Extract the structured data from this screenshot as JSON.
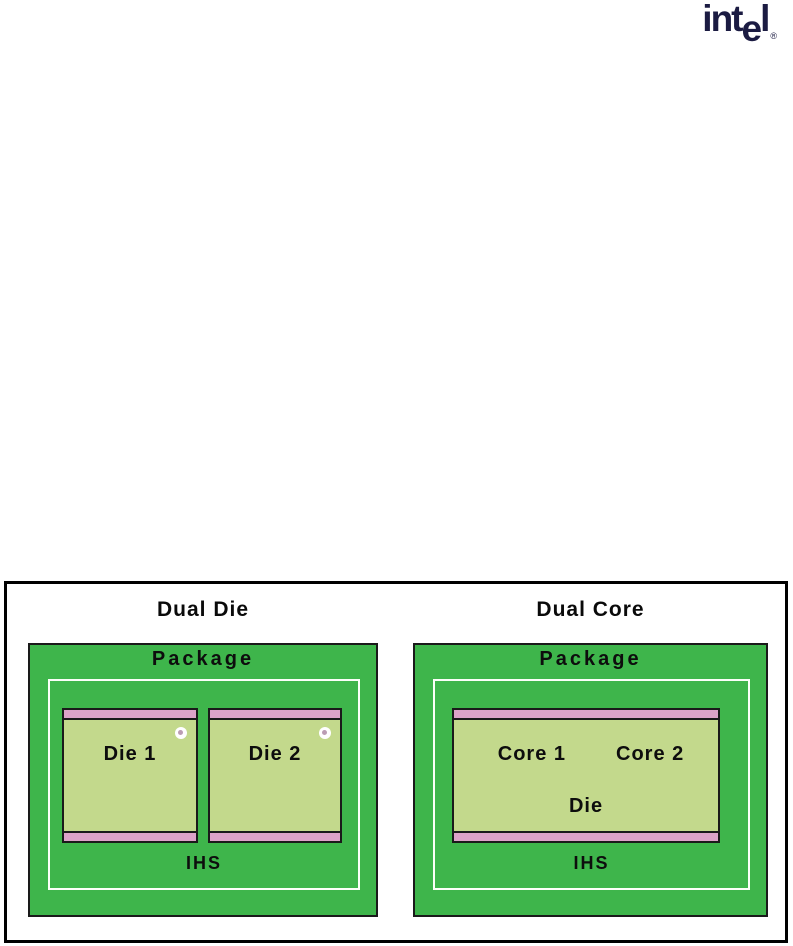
{
  "logo": {
    "part_int": "int",
    "part_e": "e",
    "part_l": "l",
    "registered_mark": "®",
    "color": "#1b1b42"
  },
  "figure": {
    "colors": {
      "package_green": "#3eb54b",
      "die_body_green": "#c3d98c",
      "die_strip_pink": "#dca3c8",
      "outline_black": "#1a1a1a",
      "ihs_outline_white": "#ffffff",
      "figure_border": "#000000"
    },
    "left_panel": {
      "title": "Dual Die",
      "package_label": "Package",
      "ihs_label": "IHS",
      "dies": [
        {
          "label": "Die 1"
        },
        {
          "label": "Die 2"
        }
      ]
    },
    "right_panel": {
      "title": "Dual Core",
      "package_label": "Package",
      "ihs_label": "IHS",
      "die_label": "Die",
      "cores": [
        {
          "label": "Core 1"
        },
        {
          "label": "Core 2"
        }
      ]
    }
  }
}
